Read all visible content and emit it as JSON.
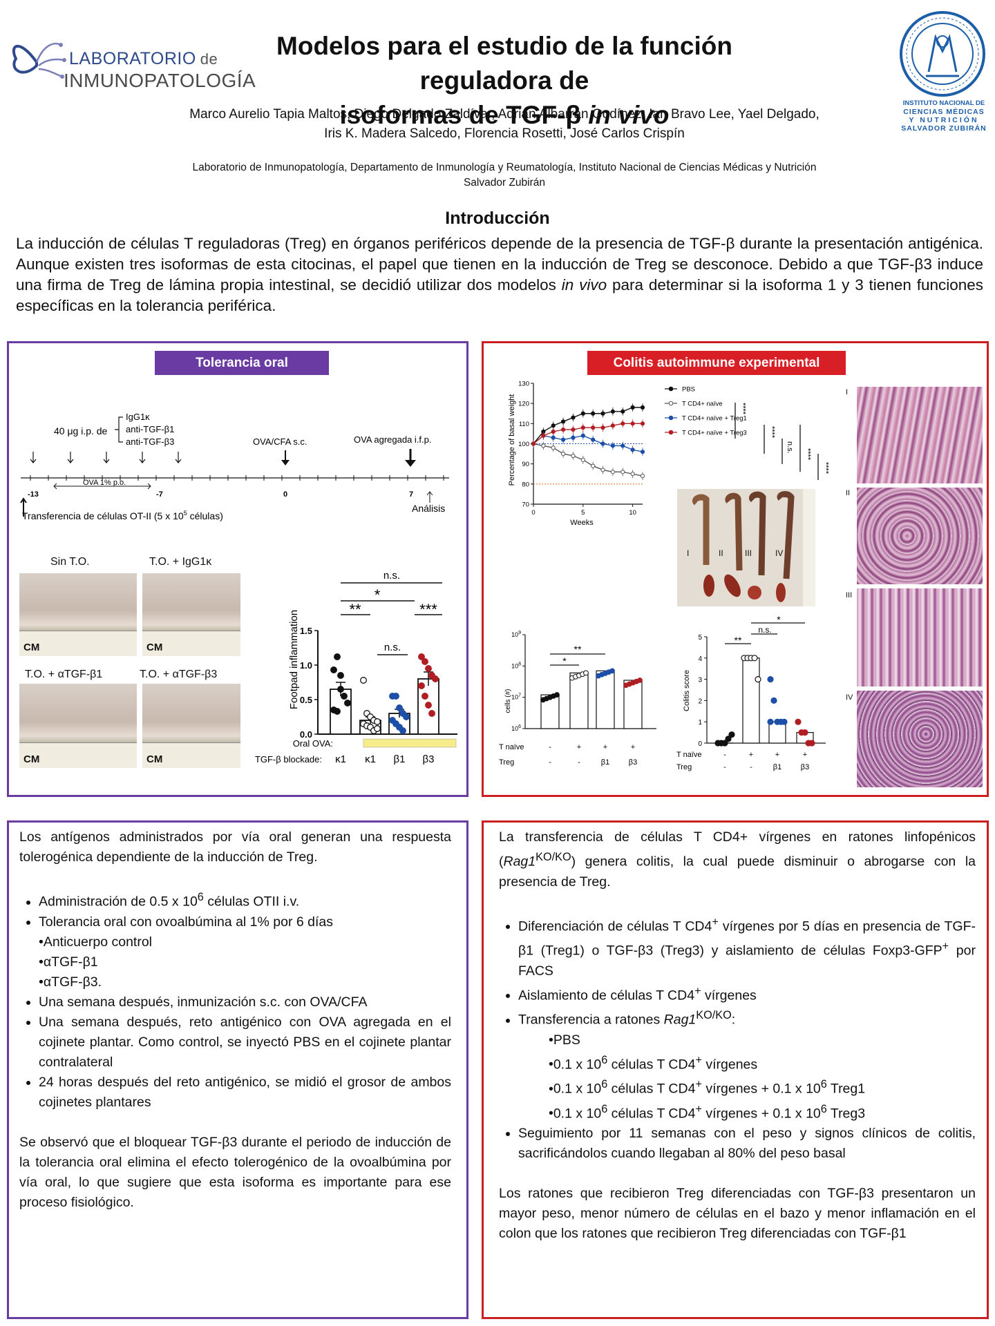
{
  "header": {
    "logo_line1": "LABORATORIO",
    "logo_de": "de",
    "logo_line2": "INMUNOPATOLOGÍA",
    "title_line1": "Modelos para el estudio de la función reguladora de",
    "title_line2": "isoformas de TGF-β ",
    "title_italic": "in vivo",
    "authors": "Marco Aurelio Tapia Maltos, Diego Delgado Zaldívar, Adrián Albarrán Godínez, Ian Bravo Lee, Yael Delgado, Iris K. Madera Salcedo, Florencia Rosetti, José Carlos Crispín",
    "affiliation": "Laboratorio de Inmunopatología, Departamento de Inmunología y Reumatología, Instituto Nacional de Ciencias Médicas y Nutrición Salvador Zubirán",
    "institute_line1": "INSTITUTO NACIONAL DE",
    "institute_line2": "CIENCIAS MÉDICAS",
    "institute_line3": "Y NUTRICIÓN",
    "institute_line4": "SALVADOR ZUBIRÁN"
  },
  "intro": {
    "heading": "Introducción",
    "p1": "La inducción de células T reguladoras (Treg) en órganos periféricos depende de la presencia de TGF-β durante la presentación antigénica. Aunque existen tres isoformas de esta citocinas, el papel que tienen en la inducción de Treg se desconoce. Debido a que TGF-β3 induce una firma de Treg de lámina propia intestinal, se decidió utilizar dos modelos ",
    "p1_italic": "in vivo",
    "p1_end": " para determinar si la isoforma 1 y 3 tienen funciones específicas en la tolerancia periférica."
  },
  "left_panel": {
    "tag": "Tolerancia oral",
    "timeline": {
      "dose": "40 μg i.p. de",
      "ab1": "IgG1κ",
      "ab2": "anti-TGF-β1",
      "ab3": "anti-TGF-β3",
      "ova_cfa": "OVA/CFA s.c.",
      "ova_ifp": "OVA agregada i.f.p.",
      "ova_po": "OVA 1% p.o.",
      "t_m13": "-13",
      "t_m7": "-7",
      "t_0": "0",
      "t_7": "7",
      "transfer": "Transferencia de células OT-II (5 x 10",
      "transfer_sup": "5",
      "transfer_end": " células)",
      "analysis": "Análisis"
    },
    "photos": {
      "p1": "Sin T.O.",
      "p2": "T.O. + IgG1κ",
      "p3": "T.O. + αTGF-β1",
      "p4": "T.O. + αTGF-β3",
      "cm": "CM"
    },
    "chart_labels": {
      "oral_ova": "Oral OVA:",
      "blockade": "TGF-β blockade:",
      "sig_ns_top": "n.s.",
      "sig_star": "*",
      "sig_2star": "**",
      "sig_3star": "***",
      "sig_ns_mid": "n.s."
    }
  },
  "right_panel": {
    "tag": "Colitis autoimmune experimental",
    "weight_sig": {
      "s1": "****",
      "s2": "****",
      "s3": "n.s.",
      "s4": "****",
      "s5": "****"
    },
    "colon_labels": [
      "I",
      "II",
      "III",
      "IV"
    ],
    "histo_labels": [
      "I",
      "II",
      "III",
      "IV"
    ],
    "cells_sig": {
      "a": "*",
      "b": "**"
    },
    "score_sig": {
      "a": "**",
      "b": "n.s.",
      "c": "*"
    },
    "row_tnaive": "T naïve",
    "row_treg": "Treg",
    "tnaive_vals": [
      "-",
      "+",
      "+",
      "+"
    ],
    "treg_vals": [
      "-",
      "-",
      "β1",
      "β3"
    ]
  },
  "left_text": {
    "p1": "Los antígenos administrados por vía oral generan una respuesta tolerogénica dependiente de la inducción de Treg.",
    "b1": "Administración de 0.5 x 10",
    "b1_sup": "6",
    "b1_end": " células OTII i.v.",
    "b2": "Tolerancia oral con ovoalbúmina al 1% por 6 días",
    "s1": "Anticuerpo control",
    "s2": "αTGF-β1",
    "s3": "αTGF-β3.",
    "b3": "Una semana después, inmunización s.c. con OVA/CFA",
    "b4": "Una semana después, reto antigénico con OVA agregada en el cojinete plantar. Como control, se inyectó PBS en el cojinete plantar contralateral",
    "b5": "24 horas después del reto antigénico, se midió el grosor de ambos cojinetes plantares",
    "p2": "Se observó que el bloquear TGF-β3 durante el periodo de inducción de la tolerancia oral elimina el efecto tolerogénico de la ovoalbúmina por vía oral, lo que sugiere que esta isoforma es importante para ese proceso fisiológico."
  },
  "right_text": {
    "p1a": "La transferencia de células T CD4+ vírgenes en ratones linfopénicos (",
    "p1_italic": "Rag1",
    "p1_sup": "KO/KO",
    "p1b": ") genera colitis, la cual puede disminuir o abrogarse con la presencia de Treg.",
    "b1a": "Diferenciación de células T CD4",
    "b1_sup": "+",
    "b1b": " vírgenes por 5 días en presencia de TGF-β1 (Treg1) o TGF-β3 (Treg3) y aislamiento de células Foxp3-GFP",
    "b1_sup2": "+",
    "b1c": " por FACS",
    "b2a": "Aislamiento de células T CD4",
    "b2_sup": "+",
    "b2b": " vírgenes",
    "b3a": "Transferencia a ratones ",
    "b3_italic": "Rag1",
    "b3_sup": "KO/KO",
    "b3b": ":",
    "s1": "PBS",
    "s2a": "0.1 x 10",
    "s2_sup": "6",
    "s2b": " células T CD4",
    "s2_sup2": "+",
    "s2c": " vírgenes",
    "s3a": "0.1 x 10",
    "s3_sup": "6",
    "s3b": " células T CD4",
    "s3_sup2": "+",
    "s3c": " vírgenes + 0.1 x 10",
    "s3_sup3": "6",
    "s3d": " Treg1",
    "s4a": "0.1 x 10",
    "s4_sup": "6",
    "s4b": " células T CD4",
    "s4_sup2": "+",
    "s4c": " vírgenes + 0.1 x 10",
    "s4_sup3": "6",
    "s4d": " Treg3",
    "b4": "Seguimiento por 11 semanas con el peso y signos clínicos de colitis, sacrificándolos cuando llegaban al 80% del peso basal",
    "p2": "Los ratones que recibieron Treg diferenciadas con TGF-β3 presentaron un mayor peso, menor número de células en el bazo y menor inflamación en el colon que los ratones que recibieron Treg diferenciadas con TGF-β1"
  },
  "colors": {
    "purple": "#6a3ba3",
    "red": "#cc2020",
    "tagred": "#d91f26",
    "blue": "#1d4fa8",
    "darkred": "#b01e24",
    "yellow": "#f7ec8a"
  },
  "chart_data": [
    {
      "type": "bar",
      "ylabel": "Footpad inflammation",
      "ylim": [
        0,
        1.5
      ],
      "yticks": [
        0,
        0.5,
        1.0,
        1.5
      ],
      "categories": [
        "κ1",
        "κ1",
        "β1",
        "β3"
      ],
      "oral_ova": [
        "",
        "+",
        "+",
        "+"
      ],
      "values": [
        0.65,
        0.2,
        0.3,
        0.8
      ],
      "sem": [
        0.1,
        0.05,
        0.06,
        0.1
      ],
      "colors": [
        "#111111",
        "#ffffff",
        "#1d4fa8",
        "#b01e24"
      ],
      "points": [
        [
          0.93,
          1.12,
          0.85,
          0.55,
          0.45,
          0.35,
          0.33,
          0.65
        ],
        [
          0.78,
          0.3,
          0.25,
          0.2,
          0.18,
          0.15,
          0.12,
          0.1,
          0.05,
          0.08
        ],
        [
          0.55,
          0.55,
          0.38,
          0.3,
          0.25,
          0.2,
          0.15,
          0.1,
          0.05
        ],
        [
          1.12,
          1.05,
          0.95,
          0.85,
          0.8,
          0.7,
          0.55,
          0.42,
          0.3
        ]
      ]
    },
    {
      "type": "line",
      "ylabel": "Percentage of basal weight",
      "xlabel": "Weeks",
      "xlim": [
        0,
        11
      ],
      "ylim": [
        70,
        130
      ],
      "xticks": [
        0,
        5,
        10
      ],
      "yticks": [
        70,
        80,
        90,
        100,
        110,
        120,
        130
      ],
      "x": [
        0,
        1,
        2,
        3,
        4,
        5,
        6,
        7,
        8,
        9,
        10,
        11
      ],
      "series": [
        {
          "name": "PBS",
          "color": "#111111",
          "fill": "#111111",
          "values": [
            100,
            106,
            109,
            111,
            113,
            115,
            115,
            115,
            116,
            116,
            118,
            118
          ]
        },
        {
          "name": "T CD4+ naïve",
          "color": "#555555",
          "fill": "#ffffff",
          "values": [
            100,
            99,
            98,
            95,
            94,
            92,
            89,
            87,
            86,
            86,
            85,
            84
          ]
        },
        {
          "name": "T CD4+ naïve + Treg1",
          "color": "#1d4fa8",
          "fill": "#1d4fa8",
          "values": [
            100,
            104,
            103,
            102,
            103,
            104,
            102,
            100,
            99,
            99,
            97,
            96
          ]
        },
        {
          "name": "T CD4+ naïve + Treg3",
          "color": "#b01e24",
          "fill": "#b01e24",
          "values": [
            100,
            104,
            106,
            107,
            107,
            108,
            108,
            108,
            109,
            110,
            110,
            110
          ]
        }
      ]
    },
    {
      "type": "bar",
      "ylabel": "cells (#)",
      "yscale": "log",
      "ylim": [
        1000000,
        1000000000
      ],
      "categories": [
        "-/-",
        "+/-",
        "+/β1",
        "+/β3"
      ],
      "values": [
        12000000,
        60000000,
        70000000,
        35000000
      ],
      "colors": [
        "#111111",
        "#ffffff",
        "#1d4fa8",
        "#b01e24"
      ]
    },
    {
      "type": "bar",
      "ylabel": "Colitis score",
      "ylim": [
        0,
        5
      ],
      "yticks": [
        0,
        1,
        2,
        3,
        4,
        5
      ],
      "categories": [
        "-/-",
        "+/-",
        "+/β1",
        "+/β3"
      ],
      "values": [
        0,
        4,
        1,
        0.5
      ],
      "colors": [
        "#111111",
        "#ffffff",
        "#1d4fa8",
        "#b01e24"
      ]
    }
  ]
}
